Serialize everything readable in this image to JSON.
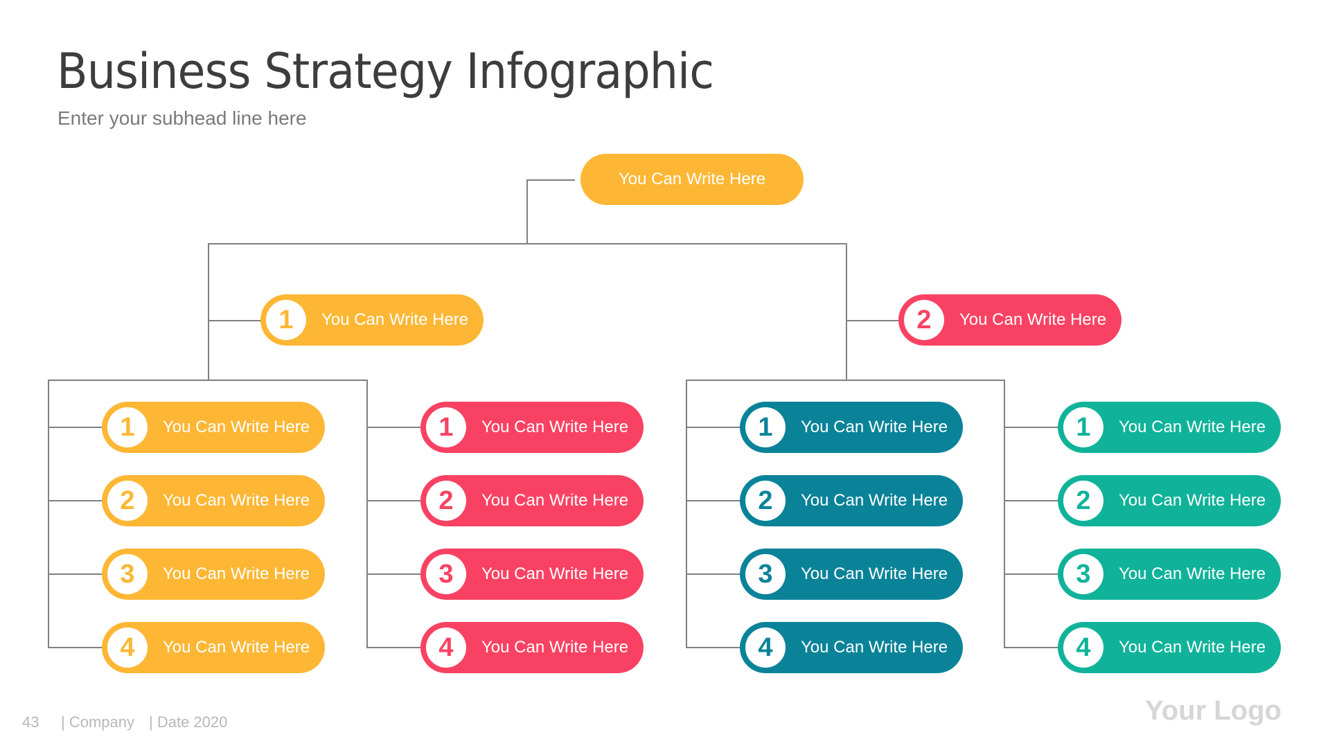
{
  "header": {
    "title": "Business Strategy Infographic",
    "subtitle": "Enter your subhead line here"
  },
  "colors": {
    "yellow": "#FDB735",
    "red": "#F94263",
    "teal": "#0A8399",
    "green": "#10B39A",
    "connector": "#7F7F7F"
  },
  "tree": {
    "root": {
      "label": "You Can Write Here",
      "color": "#FDB735"
    },
    "level1": [
      {
        "number": "1",
        "label": "You Can Write Here",
        "color": "#FDB735"
      },
      {
        "number": "2",
        "label": "You Can Write Here",
        "color": "#F94263"
      }
    ],
    "columns": [
      {
        "color": "#FDB735",
        "items": [
          {
            "number": "1",
            "label": "You Can Write Here"
          },
          {
            "number": "2",
            "label": "You Can Write Here"
          },
          {
            "number": "3",
            "label": "You Can Write Here"
          },
          {
            "number": "4",
            "label": "You Can Write Here"
          }
        ]
      },
      {
        "color": "#F94263",
        "items": [
          {
            "number": "1",
            "label": "You Can Write Here"
          },
          {
            "number": "2",
            "label": "You Can Write Here"
          },
          {
            "number": "3",
            "label": "You Can Write Here"
          },
          {
            "number": "4",
            "label": "You Can Write Here"
          }
        ]
      },
      {
        "color": "#0A8399",
        "items": [
          {
            "number": "1",
            "label": "You Can Write Here"
          },
          {
            "number": "2",
            "label": "You Can Write Here"
          },
          {
            "number": "3",
            "label": "You Can Write Here"
          },
          {
            "number": "4",
            "label": "You Can Write Here"
          }
        ]
      },
      {
        "color": "#10B39A",
        "items": [
          {
            "number": "1",
            "label": "You Can Write Here"
          },
          {
            "number": "2",
            "label": "You Can Write Here"
          },
          {
            "number": "3",
            "label": "You Can Write Here"
          },
          {
            "number": "4",
            "label": "You Can Write Here"
          }
        ]
      }
    ]
  },
  "footer": {
    "page_number": "43",
    "company": "| Company",
    "date": "| Date 2020",
    "logo": "Your Logo"
  }
}
